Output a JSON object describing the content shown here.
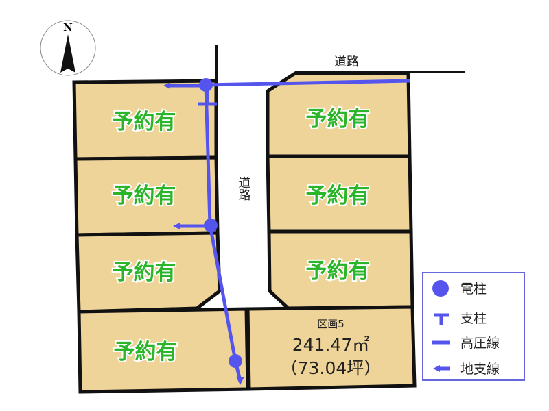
{
  "compass": {
    "label": "N"
  },
  "roads": {
    "top_label": "道路",
    "center_label": "道路"
  },
  "lots": [
    {
      "status": "予約有"
    },
    {
      "status": "予約有"
    },
    {
      "status": "予約有"
    },
    {
      "status": "予約有"
    },
    {
      "status": "予約有"
    },
    {
      "status": "予約有"
    },
    {
      "status": "予約有"
    }
  ],
  "lot5": {
    "name": "区画5",
    "area_m2": "241.47㎡",
    "area_tsubo": "（73.04坪）"
  },
  "legend": {
    "items": [
      {
        "icon": "pole-dot",
        "label": "電柱"
      },
      {
        "icon": "support-t",
        "label": "支柱"
      },
      {
        "icon": "line",
        "label": "高圧線"
      },
      {
        "icon": "arrow-left",
        "label": "地支線"
      }
    ]
  },
  "colors": {
    "lot_fill": "#efd49a",
    "reserved_text": "#2bb52b",
    "utility": "#5555ee"
  }
}
